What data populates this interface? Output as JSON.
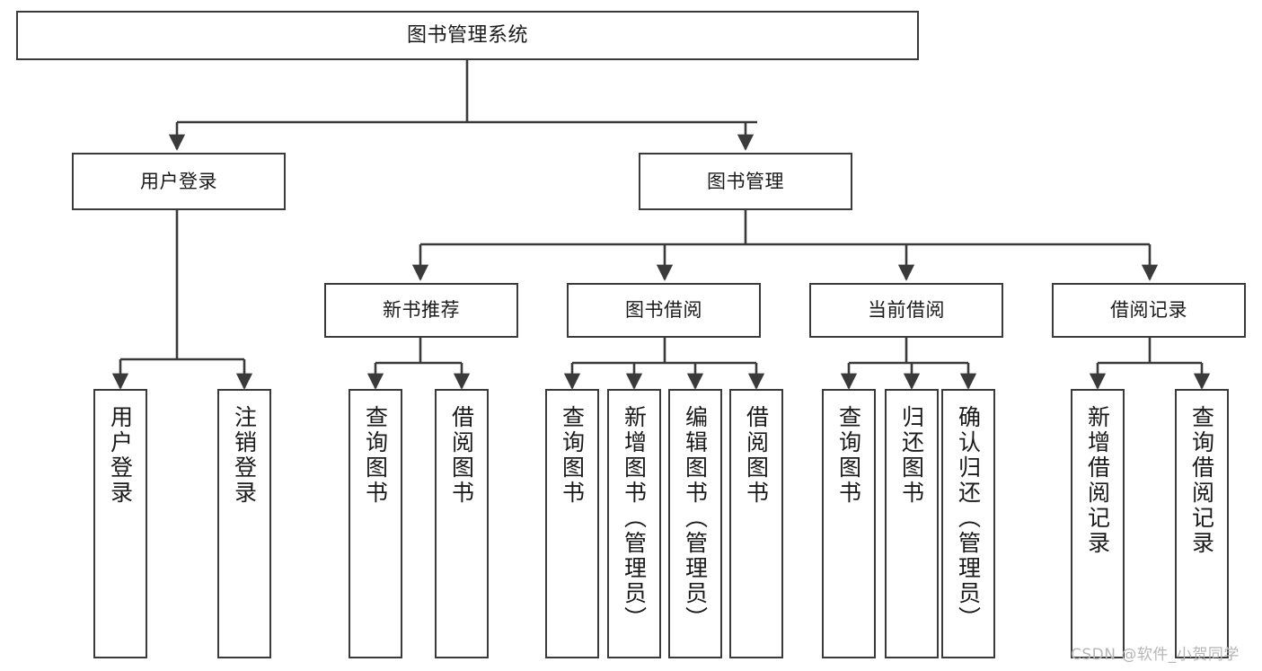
{
  "diagram": {
    "type": "tree",
    "title": "图书管理系统",
    "watermark": "CSDN @软件_小贺同学",
    "colors": {
      "box_border": "#3a3a3a",
      "box_fill": "#ffffff",
      "edge": "#3a3a3a",
      "text": "#1a1a1a",
      "watermark": "#b6b6b6",
      "background": "#ffffff"
    },
    "nodes": {
      "root": {
        "label": "图书管理系统",
        "level": 1,
        "orientation": "horizontal"
      },
      "user_login": {
        "label": "用户登录",
        "level": 2,
        "orientation": "horizontal"
      },
      "book_manage": {
        "label": "图书管理",
        "level": 2,
        "orientation": "horizontal"
      },
      "new_book_rec": {
        "label": "新书推荐",
        "level": 3,
        "orientation": "horizontal"
      },
      "book_borrow": {
        "label": "图书借阅",
        "level": 3,
        "orientation": "horizontal"
      },
      "current_borrow": {
        "label": "当前借阅",
        "level": 3,
        "orientation": "horizontal"
      },
      "borrow_record": {
        "label": "借阅记录",
        "level": 3,
        "orientation": "horizontal"
      },
      "leaf_user_login": {
        "label": "用户登录",
        "level": 4,
        "orientation": "vertical"
      },
      "leaf_logout": {
        "label": "注销登录",
        "level": 4,
        "orientation": "vertical"
      },
      "leaf_query_book_1": {
        "label": "查询图书",
        "level": 4,
        "orientation": "vertical"
      },
      "leaf_borrow_book_1": {
        "label": "借阅图书",
        "level": 4,
        "orientation": "vertical"
      },
      "leaf_query_book_2": {
        "label": "查询图书",
        "level": 4,
        "orientation": "vertical"
      },
      "leaf_add_book": {
        "label": "新增图书（管理员）",
        "level": 4,
        "orientation": "vertical"
      },
      "leaf_edit_book": {
        "label": "编辑图书（管理员）",
        "level": 4,
        "orientation": "vertical"
      },
      "leaf_borrow_book_2": {
        "label": "借阅图书",
        "level": 4,
        "orientation": "vertical"
      },
      "leaf_query_book_3": {
        "label": "查询图书",
        "level": 4,
        "orientation": "vertical"
      },
      "leaf_return_book": {
        "label": "归还图书",
        "level": 4,
        "orientation": "vertical"
      },
      "leaf_confirm_return": {
        "label": "确认归还（管理员）",
        "level": 4,
        "orientation": "vertical"
      },
      "leaf_add_record": {
        "label": "新增借阅记录",
        "level": 4,
        "orientation": "vertical"
      },
      "leaf_query_record": {
        "label": "查询借阅记录",
        "level": 4,
        "orientation": "vertical"
      }
    },
    "edges": [
      {
        "from": "root",
        "to": "user_login"
      },
      {
        "from": "root",
        "to": "book_manage"
      },
      {
        "from": "book_manage",
        "to": "new_book_rec"
      },
      {
        "from": "book_manage",
        "to": "book_borrow"
      },
      {
        "from": "book_manage",
        "to": "current_borrow"
      },
      {
        "from": "book_manage",
        "to": "borrow_record"
      },
      {
        "from": "user_login",
        "to": "leaf_user_login"
      },
      {
        "from": "user_login",
        "to": "leaf_logout"
      },
      {
        "from": "new_book_rec",
        "to": "leaf_query_book_1"
      },
      {
        "from": "new_book_rec",
        "to": "leaf_borrow_book_1"
      },
      {
        "from": "book_borrow",
        "to": "leaf_query_book_2"
      },
      {
        "from": "book_borrow",
        "to": "leaf_add_book"
      },
      {
        "from": "book_borrow",
        "to": "leaf_edit_book"
      },
      {
        "from": "book_borrow",
        "to": "leaf_borrow_book_2"
      },
      {
        "from": "current_borrow",
        "to": "leaf_query_book_3"
      },
      {
        "from": "current_borrow",
        "to": "leaf_return_book"
      },
      {
        "from": "current_borrow",
        "to": "leaf_confirm_return"
      },
      {
        "from": "borrow_record",
        "to": "leaf_add_record"
      },
      {
        "from": "borrow_record",
        "to": "leaf_query_record"
      }
    ]
  }
}
